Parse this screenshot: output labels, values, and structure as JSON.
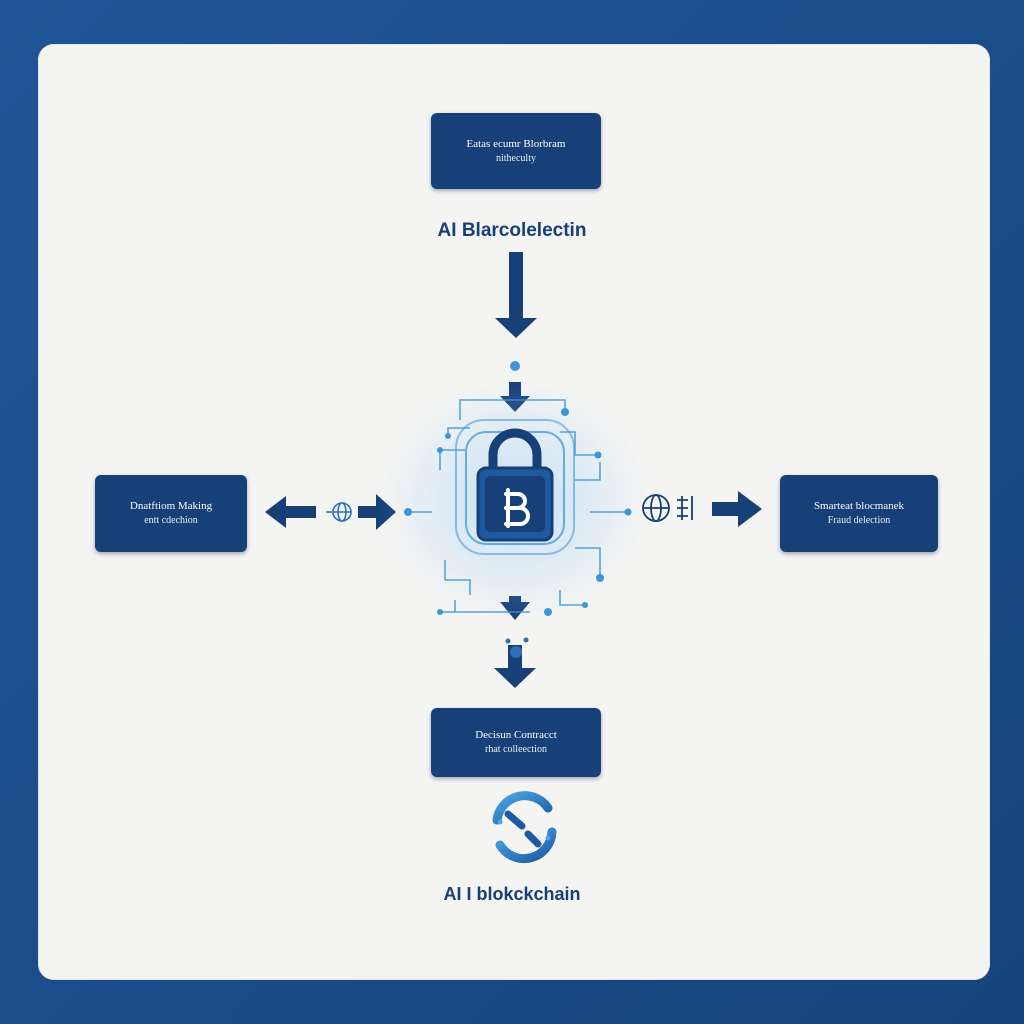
{
  "colors": {
    "frame": "#1c4f8c",
    "panel": "#f4f4f3",
    "node": "#173f78",
    "glow": "#3d95d8",
    "arrow": "#173f78"
  },
  "nodes": {
    "top": {
      "line1": "Eatas ecumr Blorbram",
      "line2": "nitheculty"
    },
    "left": {
      "line1": "Dnatftiom Making",
      "line2": "entt cdechion"
    },
    "right": {
      "line1": "Smarteat blocmanek",
      "line2": "Fraud delection"
    },
    "bottom": {
      "line1": "Decisun Contracct",
      "line2": "rhat colleection"
    }
  },
  "captions": {
    "upper": "AI Blarcolelectin",
    "lower": "AI I blokckchain"
  },
  "icons": {
    "center": "padlock-icon",
    "center_symbol": "bitcoin-icon",
    "left_small": "globe-icon",
    "right_small": "globe-dollar-icon",
    "bottom": "blockchain-link-icon"
  }
}
